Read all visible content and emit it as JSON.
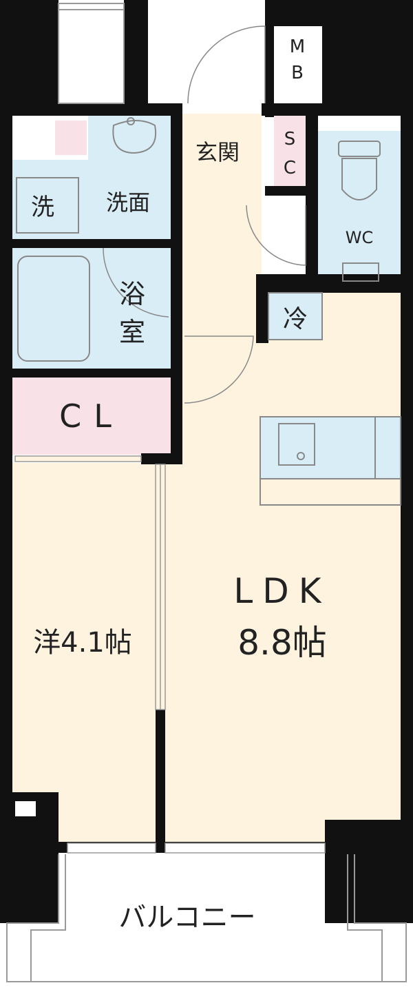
{
  "colors": {
    "wall": "#111111",
    "living_floor": "#fdf3df",
    "wet_area": "#d9edf6",
    "closet": "#f9e1e8",
    "stroke_gray": "#999999"
  },
  "rooms": {
    "mb": {
      "line1": "M",
      "line2": "B"
    },
    "entrance": "玄関",
    "shoe_closet": {
      "line1": "S",
      "line2": "C"
    },
    "washroom": "洗面",
    "washer": "洗",
    "toilet": "WC",
    "bath": {
      "line1": "浴",
      "line2": "室"
    },
    "fridge": "冷",
    "closet": "CL",
    "western_room": "洋4.1帖",
    "ldk": {
      "name": "LDK",
      "size": "8.8帖"
    },
    "balcony": "バルコニー"
  }
}
